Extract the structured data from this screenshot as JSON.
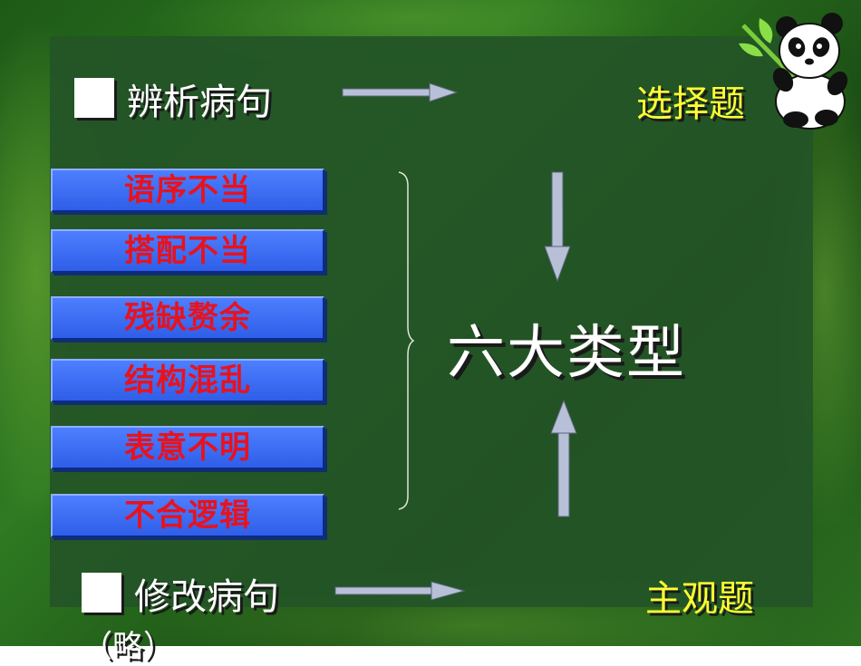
{
  "slide": {
    "top_heading": "辨析病句",
    "top_type": "选择题",
    "center_title": "六大类型",
    "categories": [
      {
        "label": "语序不当"
      },
      {
        "label": "搭配不当"
      },
      {
        "label": "残缺赘余"
      },
      {
        "label": "结构混乱"
      },
      {
        "label": "表意不明"
      },
      {
        "label": "不合逻辑"
      }
    ],
    "bottom_heading": "修改病句",
    "bottom_type": "主观题",
    "bottom_note": "（略）"
  },
  "icons": {
    "bullet": "white-square-bullet",
    "mascot": "panda-with-bamboo-icon"
  },
  "colors": {
    "category_text": "#e8121e",
    "type_text": "#ffff33",
    "arrow": "#b8c0d8"
  }
}
